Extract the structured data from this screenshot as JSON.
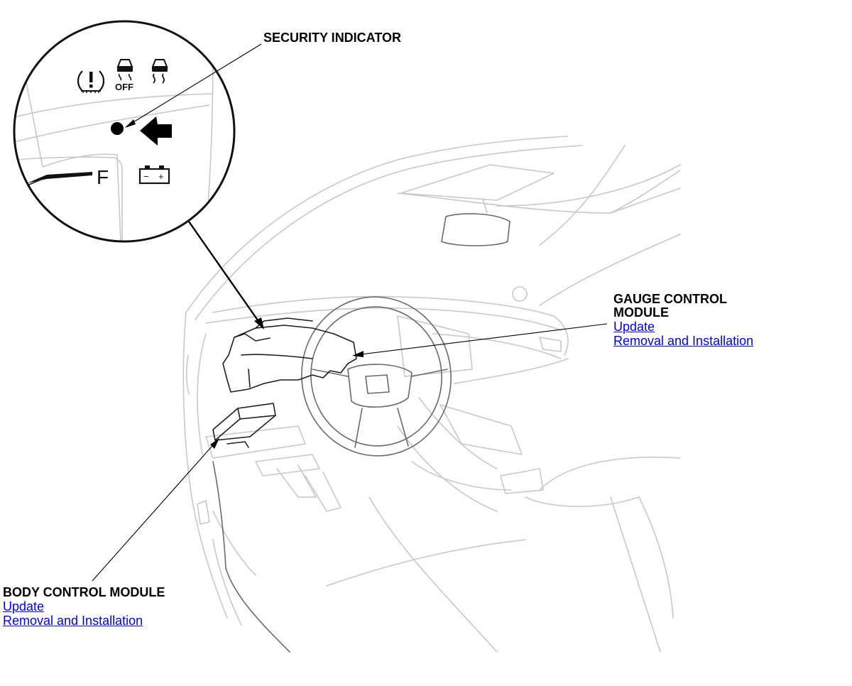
{
  "callouts": {
    "security_indicator": {
      "title": "SECURITY INDICATOR"
    },
    "gauge_control_module": {
      "title_line1": "GAUGE CONTROL",
      "title_line2": "MODULE",
      "link_update": "Update",
      "link_removal": "Removal and Installation"
    },
    "body_control_module": {
      "title": "BODY CONTROL MODULE",
      "link_update": "Update",
      "link_removal": "Removal and Installation"
    }
  },
  "inset": {
    "off_label": "OFF",
    "fuel_gauge_letter": "F",
    "battery_minus": "−",
    "battery_plus": "+"
  },
  "colors": {
    "link": "#0000ee",
    "outline_light": "#c8c8c8",
    "outline_dark": "#1e1e1e"
  }
}
